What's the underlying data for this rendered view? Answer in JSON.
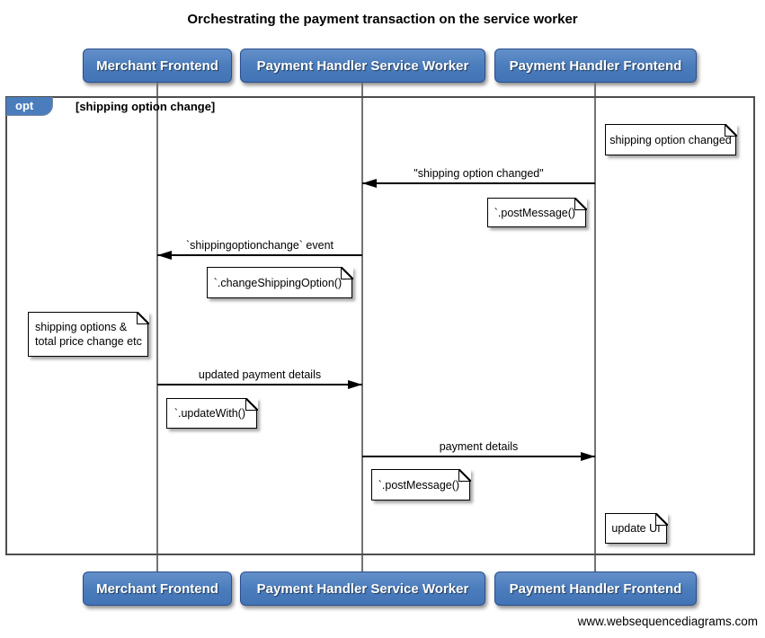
{
  "diagram": {
    "title": "Orchestrating the payment transaction on the service worker",
    "footer": "www.websequencediagrams.com",
    "type": "sequence-diagram"
  },
  "actors": [
    {
      "label": "Merchant Frontend"
    },
    {
      "label": "Payment Handler Service Worker"
    },
    {
      "label": "Payment Handler Frontend"
    }
  ],
  "fragment": {
    "operator": "opt",
    "condition": "[shipping option change]"
  },
  "messages": [
    {
      "label": "\"shipping option changed\"",
      "from": "Payment Handler Frontend",
      "to": "Payment Handler Service Worker",
      "direction": "left"
    },
    {
      "label": "`shippingoptionchange` event",
      "from": "Payment Handler Service Worker",
      "to": "Merchant Frontend",
      "direction": "left"
    },
    {
      "label": "updated payment details",
      "from": "Merchant Frontend",
      "to": "Payment Handler Service Worker",
      "direction": "right"
    },
    {
      "label": "payment details",
      "from": "Payment Handler Service Worker",
      "to": "Payment Handler Frontend",
      "direction": "right"
    }
  ],
  "notes": [
    {
      "text": "shipping option changed",
      "anchor": "Payment Handler Frontend"
    },
    {
      "text": "`.postMessage()`",
      "anchor": "Payment Handler Frontend"
    },
    {
      "text": "`.changeShippingOption()`",
      "anchor": "Merchant Frontend"
    },
    {
      "text": "shipping options &\ntotal price change etc",
      "anchor": "Merchant Frontend"
    },
    {
      "text": "`.updateWith()`",
      "anchor": "Merchant Frontend"
    },
    {
      "text": "`.postMessage()`",
      "anchor": "Payment Handler Service Worker"
    },
    {
      "text": "update UI",
      "anchor": "Payment Handler Frontend"
    }
  ],
  "colors": {
    "actor_fill": "#4b7dbd",
    "actor_border": "#2a4f8e",
    "actor_text": "#ffffff",
    "frame_border": "#4d4d4d",
    "lifeline": "#737373",
    "note_fill": "#ffffff",
    "note_border": "#000000",
    "arrow": "#000000",
    "background": "#ffffff"
  }
}
